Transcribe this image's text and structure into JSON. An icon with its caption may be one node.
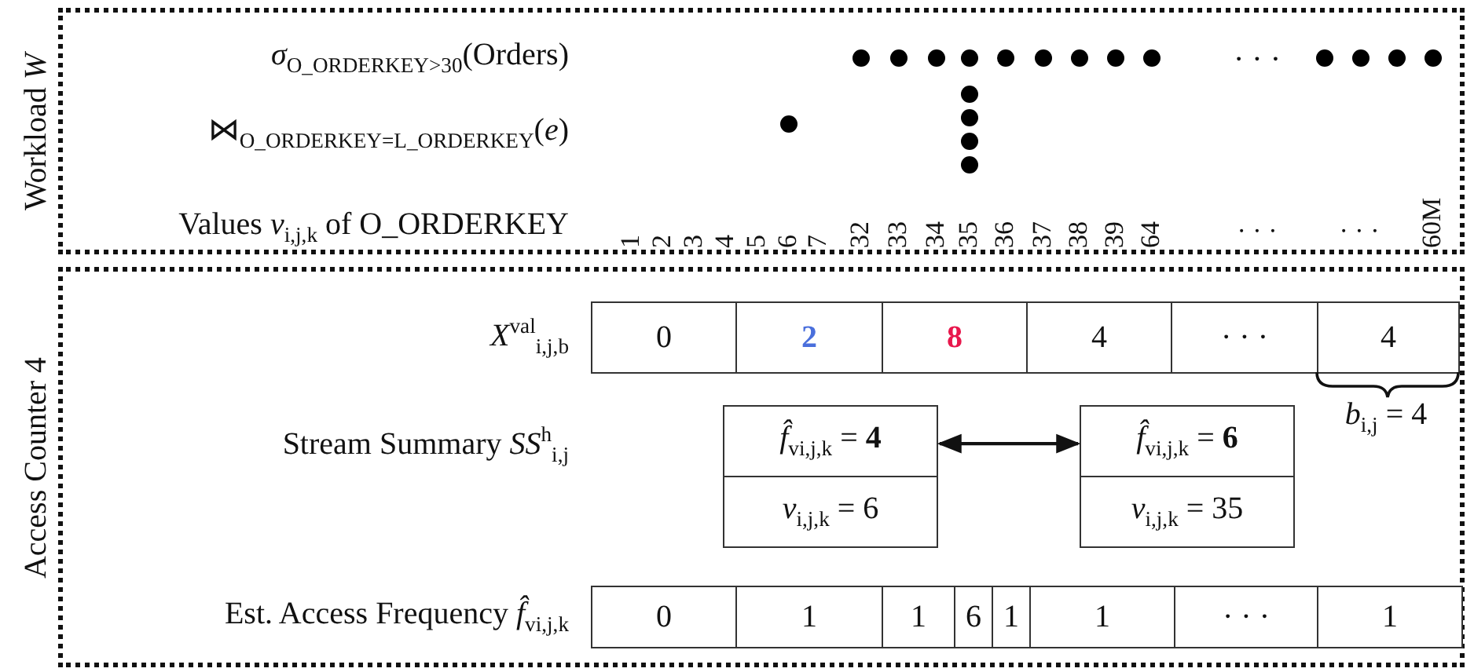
{
  "diagram": {
    "nodes": [
      {
        "text": [
          "Workload *W*"
        ]
      },
      {
        "text": [
          "Access Counter 4"
        ]
      },
      {
        "text": [
          "0"
        ],
        "in": 1
      },
      {
        "text": [
          "2"
        ],
        "in": 1
      },
      {
        "text": [
          "8"
        ],
        "in": 1
      },
      {
        "text": [
          "4"
        ],
        "in": 1
      },
      {
        "text": [
          "· · ·"
        ],
        "in": 1
      },
      {
        "text": [
          "4"
        ],
        "in": 1
      },
      {
        "text": [
          "*f̂*$_{vi,j,k}$ = **4**",
          "*v*$_{i,j,k}$ = 6"
        ],
        "in": 1
      },
      {
        "text": [
          "*f̂*$_{vi,j,k}$ = **6**",
          "*v*$_{i,j,k}$ = 35"
        ],
        "in": 1
      },
      {
        "text": [
          "0"
        ],
        "in": 1
      },
      {
        "text": [
          "1"
        ],
        "in": 1
      },
      {
        "text": [
          "1"
        ],
        "in": 1
      },
      {
        "text": [
          "6"
        ],
        "in": 1
      },
      {
        "text": [
          "1"
        ],
        "in": 1
      },
      {
        "text": [
          "1"
        ],
        "in": 1
      },
      {
        "text": [
          "· · ·"
        ],
        "in": 1
      },
      {
        "text": [
          "1"
        ],
        "in": 1
      }
    ],
    "edges": [
      {
        "from": 8,
        "to": 9,
        "arrow": "both"
      }
    ],
    "labels": [
      "*σ*$_{O_ORDERKEY>30}$(Orders)",
      "· · ·",
      "⋈$_{O_ORDERKEY=L_ORDERKEY}$(*e*)",
      "Values *v*$_{i,j,k}$ of O_ORDERKEY",
      "1",
      "2",
      "3",
      "4",
      "5",
      "6",
      "7",
      "32",
      "33",
      "34",
      "35",
      "36",
      "37",
      "38",
      "39",
      "64",
      "· · ·",
      "· · ·",
      "60M",
      "*X*$^{val}$$_{i,j,b}$",
      "*b*$_{i,j}$ = 4",
      "Stream Summary *SS*$^{h}$$_{i,j}$",
      "Est. Access Frequency *f̂*$_{vi,j,k}$"
    ]
  }
}
